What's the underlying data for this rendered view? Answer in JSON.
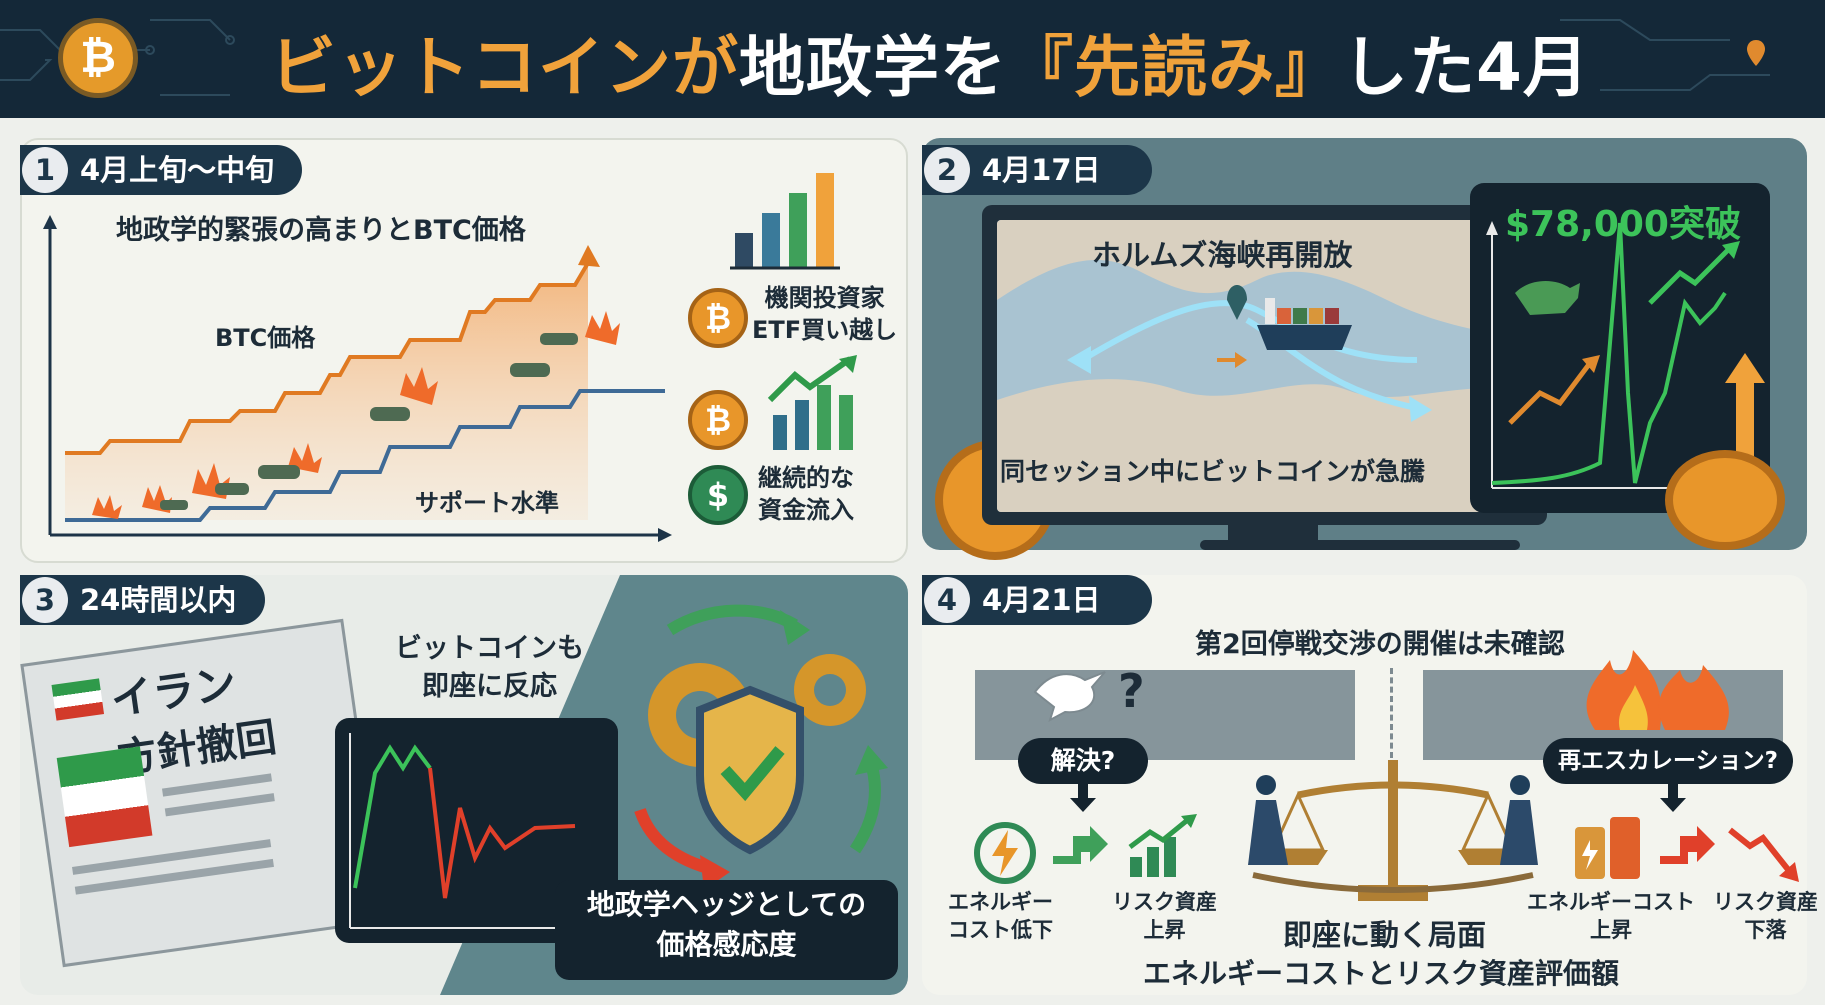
{
  "title": {
    "part1": "ビットコインが",
    "part2": "地政学を",
    "part3": "『先読み』",
    "part4": "した4月"
  },
  "btc_symbol": "₿",
  "colors": {
    "accent_orange": "#f0a23b",
    "header_bg": "#142838",
    "green": "#3cc35a",
    "red": "#e0402a"
  },
  "panel1": {
    "num": "1",
    "tag": "4月上旬〜中旬",
    "chart_title": "地政学的緊張の高まりとBTC価格",
    "btc_label": "BTC価格",
    "support_label": "サポート水準",
    "side_items": [
      {
        "icon": "bitcoin-coin-icon",
        "line1": "機関投資家",
        "line2": "ETF買い越し"
      },
      {
        "icon": "dollar-coin-icon",
        "line1": "継続的な",
        "line2": "資金流入"
      }
    ],
    "dollar_symbol": "$"
  },
  "panel2": {
    "num": "2",
    "tag": "4月17日",
    "map_title": "ホルムズ海峡再開放",
    "caption": "同セッション中にビットコインが急騰",
    "price_title": "$78,000突破"
  },
  "panel3": {
    "num": "3",
    "tag": "24時間以内",
    "news_line1": "イラン",
    "news_line2": "方針撤回",
    "reaction_line1": "ビットコインも",
    "reaction_line2": "即座に反応",
    "hedge_line1": "地政学ヘッジとしての",
    "hedge_line2": "価格感応度"
  },
  "panel4": {
    "num": "4",
    "tag": "4月21日",
    "subtitle": "第2回停戦交渉の開催は未確認",
    "question_mark": "?",
    "left_bubble": "解決?",
    "right_bubble": "再エスカレーション?",
    "left_items": [
      {
        "line1": "エネルギー",
        "line2": "コスト低下"
      },
      {
        "line1": "リスク資産",
        "line2": "上昇"
      }
    ],
    "right_items": [
      {
        "line1": "エネルギーコスト",
        "line2": "上昇"
      },
      {
        "line1": "リスク資産",
        "line2": "下落"
      }
    ],
    "center_line1": "即座に動く局面",
    "center_line2": "エネルギーコストとリスク資産評価額"
  }
}
